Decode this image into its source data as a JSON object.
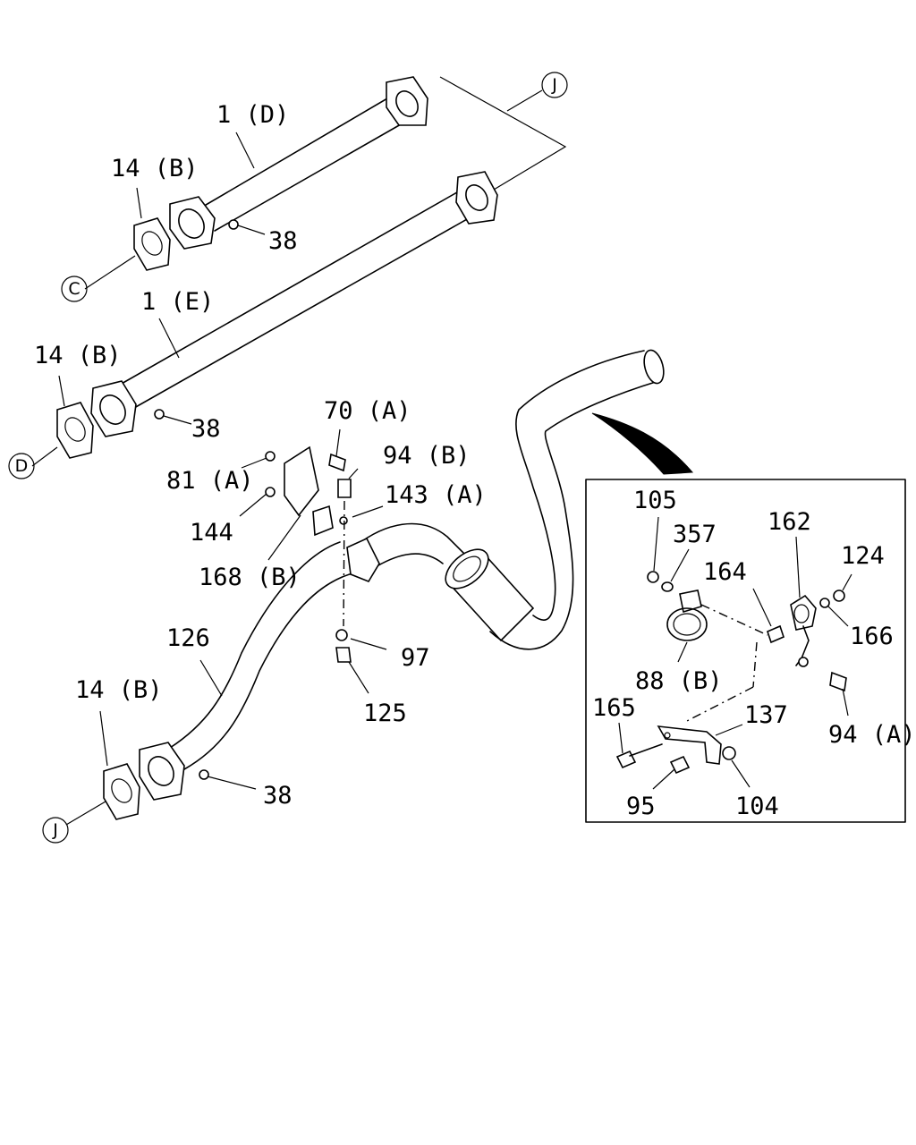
{
  "parts": {
    "p1d": "1 (D)",
    "p14b_a": "14 (B)",
    "p38_a": "38",
    "p1e": "1 (E)",
    "p14b_b": "14 (B)",
    "p38_b": "38",
    "p70a": "70 (A)",
    "p94b": "94 (B)",
    "p81a": "81 (A)",
    "p143a": "143 (A)",
    "p144": "144",
    "p168b": "168 (B)",
    "p126": "126",
    "p97": "97",
    "p125": "125",
    "p14b_c": "14 (B)",
    "p38_c": "38"
  },
  "connectors": {
    "j_top": "J",
    "c": "C",
    "d": "D",
    "j_bottom": "J"
  },
  "detail": {
    "p105": "105",
    "p357": "357",
    "p162": "162",
    "p164": "164",
    "p124": "124",
    "p166": "166",
    "p88b": "88 (B)",
    "p165": "165",
    "p137": "137",
    "p94a": "94 (A)",
    "p95": "95",
    "p104": "104"
  }
}
